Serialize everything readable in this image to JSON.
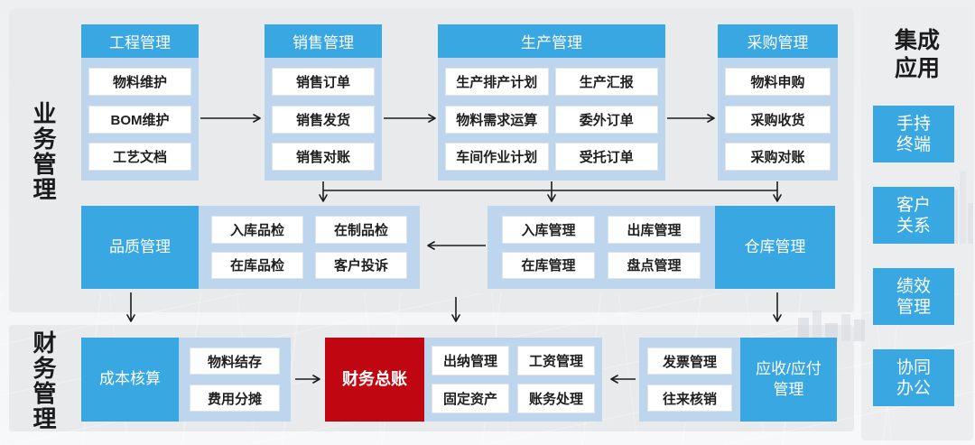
{
  "sections": {
    "business_label": "业务管理",
    "finance_label": "财务管理"
  },
  "colors": {
    "accent_blue": "#38A7E2",
    "panel_light_blue": "#BDD6EE",
    "accent_red": "#C00711",
    "panel_gray": "#E9EAEC",
    "arrow_black": "#1C1C1C"
  },
  "top_columns": [
    {
      "header": "工程管理",
      "items": [
        "物料维护",
        "BOM维护",
        "工艺文档"
      ]
    },
    {
      "header": "销售管理",
      "items": [
        "销售订单",
        "销售发货",
        "销售对账"
      ]
    },
    {
      "header": "生产管理",
      "items": [
        "生产排产计划",
        "生产汇报",
        "物料需求运算",
        "委外订单",
        "车间作业计划",
        "受托订单"
      ]
    },
    {
      "header": "采购管理",
      "items": [
        "物料申购",
        "采购收货",
        "采购对账"
      ]
    }
  ],
  "middle_row": {
    "quality_label": "品质管理",
    "quality_items": [
      "入库品检",
      "在制品检",
      "在库品检",
      "客户投诉"
    ],
    "warehouse_items": [
      "入库管理",
      "出库管理",
      "在库管理",
      "盘点管理"
    ],
    "warehouse_label": "仓库管理"
  },
  "bottom_row": {
    "cost_label": "成本核算",
    "cost_items": [
      "物料结存",
      "费用分摊"
    ],
    "general_ledger_label": "财务总账",
    "ledger_items": [
      "出纳管理",
      "工资管理",
      "固定资产",
      "账务处理"
    ],
    "arap_items": [
      "发票管理",
      "往来核销"
    ],
    "arap_label_line1": "应收/应付",
    "arap_label_line2": "管理"
  },
  "integration": {
    "title_line1": "集成",
    "title_line2": "应用",
    "apps": [
      {
        "line1": "手持",
        "line2": "终端"
      },
      {
        "line1": "客户",
        "line2": "关系"
      },
      {
        "line1": "绩效",
        "line2": "管理"
      },
      {
        "line1": "协同",
        "line2": "办公"
      }
    ]
  }
}
